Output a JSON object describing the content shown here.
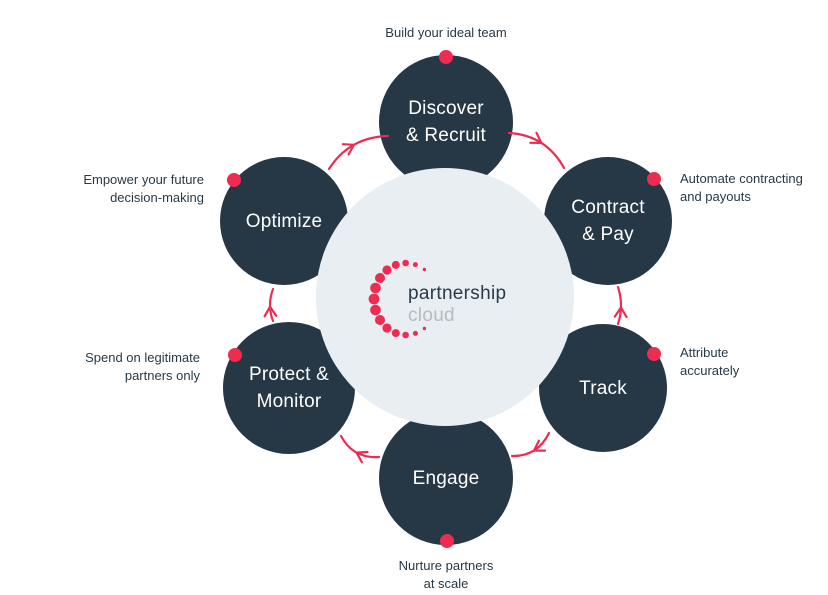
{
  "diagram": {
    "logo": {
      "line1": "partnership",
      "line2": "cloud"
    },
    "colors": {
      "node_fill": "#263746",
      "accent_red": "#ee2b51",
      "center_fill": "#e9eef2",
      "caption_text": "#273947",
      "logo_text": "#2b3a48",
      "logo_cloud_text": "#b3bcc3"
    },
    "nodes": [
      {
        "id": "discover-recruit",
        "line1": "Discover",
        "line2": "& Recruit",
        "caption1": "Build your ideal team",
        "caption2": ""
      },
      {
        "id": "contract-pay",
        "line1": "Contract",
        "line2": "& Pay",
        "caption1": "Automate contracting",
        "caption2": "and payouts"
      },
      {
        "id": "track",
        "line1": "Track",
        "line2": "",
        "caption1": "Attribute",
        "caption2": "accurately"
      },
      {
        "id": "engage",
        "line1": "Engage",
        "line2": "",
        "caption1": "Nurture partners",
        "caption2": "at scale"
      },
      {
        "id": "protect-monitor",
        "line1": "Protect &",
        "line2": "Monitor",
        "caption1": "Spend on legitimate",
        "caption2": "partners only"
      },
      {
        "id": "optimize",
        "line1": "Optimize",
        "line2": "",
        "caption1": "Empower your future",
        "caption2": "decision-making"
      }
    ],
    "edges": [
      {
        "from": "Optimize",
        "to": "Discover & Recruit"
      },
      {
        "from": "Discover & Recruit",
        "to": "Contract & Pay"
      },
      {
        "from": "Track",
        "to": "Contract & Pay"
      },
      {
        "from": "Track",
        "to": "Engage"
      },
      {
        "from": "Engage",
        "to": "Protect & Monitor"
      },
      {
        "from": "Protect & Monitor",
        "to": "Optimize"
      }
    ]
  }
}
